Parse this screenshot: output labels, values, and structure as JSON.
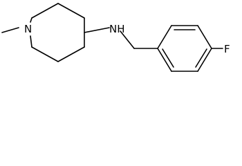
{
  "molecule": {
    "atoms": {
      "ring_nitrogen": "N",
      "amine": "NH",
      "fluorine": "F"
    },
    "bond_color": "#000000",
    "background": "#ffffff"
  }
}
